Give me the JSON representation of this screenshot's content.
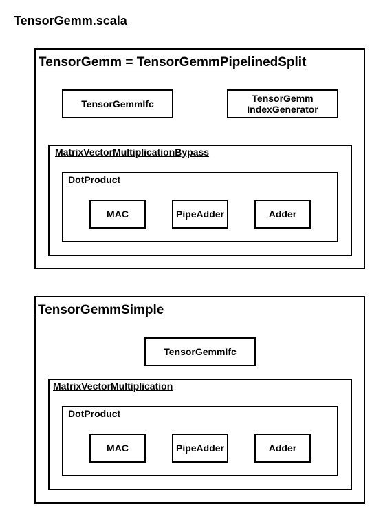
{
  "page_title": "TensorGemm.scala",
  "diagram_1": {
    "title": "TensorGemm = TensorGemmPipelinedSplit",
    "box_ifc": "TensorGemmIfc",
    "box_index_line1": "TensorGemm",
    "box_index_line2": "IndexGenerator",
    "mvm_title": "MatrixVectorMultiplicationBypass",
    "dot_title": "DotProduct",
    "units": [
      "MAC",
      "PipeAdder",
      "Adder"
    ]
  },
  "diagram_2": {
    "title": "TensorGemmSimple",
    "box_ifc": "TensorGemmIfc",
    "mvm_title": "MatrixVectorMultiplication",
    "dot_title": "DotProduct",
    "units": [
      "MAC",
      "PipeAdder",
      "Adder"
    ]
  }
}
